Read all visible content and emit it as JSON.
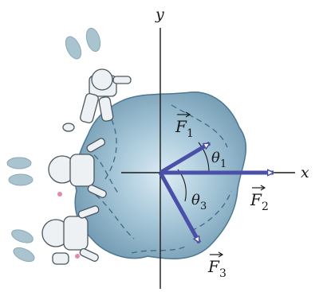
{
  "axes": {
    "x_label": "x",
    "y_label": "y"
  },
  "forces": [
    {
      "symbol": "F",
      "subscript": "1"
    },
    {
      "symbol": "F",
      "subscript": "2"
    },
    {
      "symbol": "F",
      "subscript": "3"
    }
  ],
  "angles": [
    {
      "symbol": "θ",
      "subscript": "1"
    },
    {
      "symbol": "θ",
      "subscript": "3"
    }
  ],
  "colors": {
    "asteroid": "#8fb6cb",
    "asteroid_dark": "#5f8aa3",
    "asteroid_light": "#d6e8f1",
    "vector": "#4a4fa8",
    "axis": "#1a1a1a",
    "exhaust": "#a9c3cf",
    "astronaut": "#eef1f3"
  },
  "icons": {
    "astronaut": "astronaut-icon",
    "exhaust": "jet-exhaust-icon"
  }
}
